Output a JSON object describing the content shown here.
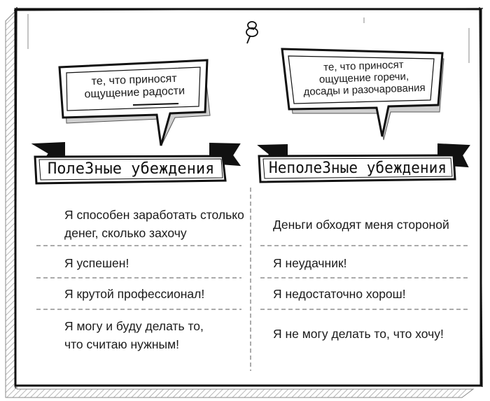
{
  "left": {
    "bubble_lines": [
      "те, что приносят",
      "ощущение радости"
    ],
    "banner": "ПолеЗные убеждения",
    "items": [
      [
        "Я способен заработать столько",
        "денег, сколько захочу"
      ],
      [
        "Я успешен!"
      ],
      [
        "Я крутой профессионал!"
      ],
      [
        "Я могу и буду делать то,",
        "что считаю нужным!"
      ]
    ]
  },
  "right": {
    "bubble_lines": [
      "те, что приносят",
      "ощущение горечи,",
      "досады и разочарования"
    ],
    "banner": "НеполеЗные убеждения",
    "items": [
      [
        "Деньги обходят меня стороной"
      ],
      [
        "Я неудачник!"
      ],
      [
        "Я недостаточно хорош!"
      ],
      [
        "Я не могу делать то, что хочу!"
      ]
    ]
  },
  "pin_icon": "pushpin-icon",
  "colors": {
    "ink": "#1a1a1a",
    "shadow": "#bdbdbd",
    "hatch": "#9a9a9a",
    "paper": "#ffffff"
  }
}
